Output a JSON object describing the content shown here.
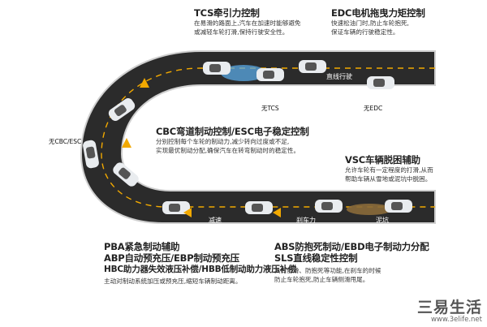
{
  "features": {
    "tcs": {
      "title": "TCS牵引力控制",
      "desc": [
        "在易滑的路面上,汽车在加速时能够避免",
        "或减轻车轮打滑,保持行驶安全性。"
      ]
    },
    "edc": {
      "title": "EDC电机拖曳力矩控制",
      "desc": [
        "快速松油门时,防止车轮抱死,",
        "保证车辆的行驶稳定性。"
      ]
    },
    "cbc": {
      "title": "CBC弯道制动控制/ESC电子稳定控制",
      "desc": [
        "分别控制每个车轮的制动力,减少转向过度或不足,",
        "实现最优制动分配,确保汽车在转弯制动时的稳定性。"
      ]
    },
    "vsc": {
      "title": "VSC车辆脱困辅助",
      "desc": [
        "允许车轮有一定程度的打滑,从而",
        "帮助车辆从雪地或泥坑中脱困。"
      ]
    },
    "pba": {
      "title_lines": [
        "PBA紧急制动辅助",
        "ABP自动预充压/EBP制动预充压",
        "HBC助力器失效液压补偿/HBB低制动助力液压补偿"
      ],
      "desc": [
        "主动对制动系统加压或预充压,缩短车辆制动距离。"
      ]
    },
    "abs": {
      "title_lines": [
        "ABS防抱死制动/EBD电子制动力分配",
        "SLS直线稳定性控制"
      ],
      "desc": [
        "具有防滑、防抱死等功能,在刹车的时候",
        "防止车轮抱死,防止车辆侧滑甩尾。"
      ]
    }
  },
  "road_labels": {
    "no_cbc_esc": "无CBC/ESC",
    "no_tcs": "无TCS",
    "no_edc": "无EDC",
    "straight": "直线行驶",
    "slow_down": "减速",
    "braking": "刹车力",
    "mud": "泥坑"
  },
  "watermark": {
    "brand": "三易生活",
    "url": "www.3elife.net"
  },
  "colors": {
    "road": "#2b2b2b",
    "road_edge": "#cfcfcf",
    "lane_mark": "#f2a900",
    "car_body": "#e9ecef",
    "spray": "#5aa9e6",
    "mud": "#8a6a3a"
  }
}
